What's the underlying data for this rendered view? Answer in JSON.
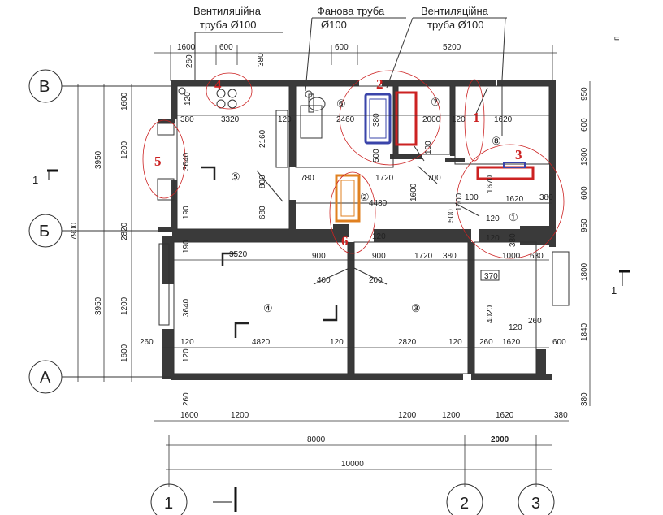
{
  "annotations": {
    "vent_pipe_left": [
      "Вентиляційна",
      "труба Ø100"
    ],
    "fan_pipe": [
      "Фанова труба",
      "Ø100"
    ],
    "vent_pipe_right": [
      "Вентиляційна",
      "труба Ø100"
    ]
  },
  "axes": {
    "columns": [
      "1",
      "2",
      "3"
    ],
    "rows": [
      "В",
      "Б",
      "А"
    ]
  },
  "section_mark": "1",
  "rooms": [
    "①",
    "②",
    "③",
    "④",
    "⑤",
    "⑥",
    "⑦",
    "⑧"
  ],
  "markers": [
    "1",
    "2",
    "3",
    "4",
    "5",
    "6"
  ],
  "colors": {
    "marker_red": "#cc2222",
    "bath_blue": "#3a44aa",
    "radiator_red": "#cc2222",
    "sink_orange": "#e08020"
  },
  "dims": {
    "top1": [
      "1600",
      "600",
      "380",
      "600",
      "5200",
      "260"
    ],
    "top_inner": [
      "380",
      "3320",
      "120",
      "2460",
      "2000",
      "120",
      "1620"
    ],
    "mid": [
      "780",
      "1720",
      "700",
      "4480",
      "1600",
      "100",
      "1670",
      "1620",
      "380"
    ],
    "middle_row": [
      "3520",
      "900",
      "900",
      "1720",
      "380",
      "120",
      "1000",
      "630",
      "370"
    ],
    "lower": [
      "4820",
      "120",
      "2820",
      "120",
      "260",
      "1620",
      "120",
      "260",
      "600"
    ],
    "bottom1": [
      "1600",
      "1200",
      "1200",
      "1200",
      "1620",
      "380"
    ],
    "bottom2": [
      "8000",
      "2000"
    ],
    "bottom3": [
      "10000"
    ],
    "left_outer": [
      "3950",
      "7900",
      "3950"
    ],
    "left_inner": [
      "1600",
      "1200",
      "2820",
      "1200",
      "1600"
    ],
    "left_small": [
      "120",
      "380",
      "3640",
      "190",
      "190",
      "3640",
      "120",
      "260",
      "260"
    ],
    "right": [
      "950",
      "600",
      "1300",
      "600",
      "950",
      "1800",
      "1840",
      "380"
    ],
    "misc": [
      "120",
      "2160",
      "800",
      "680",
      "120",
      "400",
      "200",
      "1600",
      "500",
      "100",
      "4020",
      "120",
      "260",
      "500",
      "1000",
      "120",
      "380",
      "1600"
    ]
  }
}
